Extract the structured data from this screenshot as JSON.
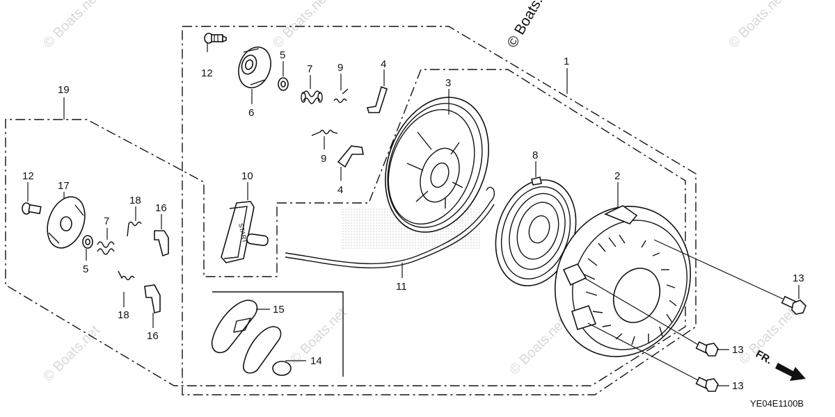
{
  "watermark": "© Boats.net",
  "reference_code": "YE04E1100B",
  "direction_label": "FR.",
  "handle_text": "START",
  "callouts": {
    "c1": "1",
    "c2": "2",
    "c3": "3",
    "c4a": "4",
    "c4b": "4",
    "c5a": "5",
    "c5b": "5",
    "c6": "6",
    "c7a": "7",
    "c7b": "7",
    "c8": "8",
    "c9a": "9",
    "c9b": "9",
    "c10": "10",
    "c11": "11",
    "c12a": "12",
    "c12b": "12",
    "c13a": "13",
    "c13b": "13",
    "c13c": "13",
    "c14": "14",
    "c15": "15",
    "c16a": "16",
    "c16b": "16",
    "c17": "17",
    "c18a": "18",
    "c18b": "18",
    "c19": "19"
  }
}
